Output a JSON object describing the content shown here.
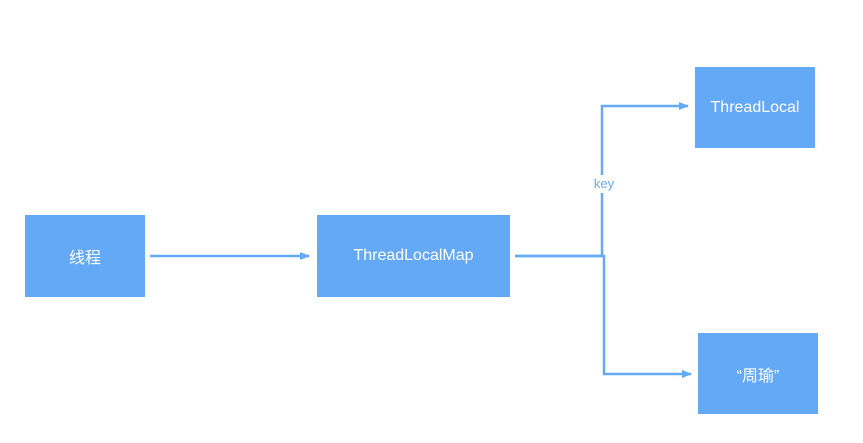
{
  "colors": {
    "node_fill": "#64a9f6",
    "node_text": "#ffffff",
    "edge": "#64a9f6"
  },
  "nodes": {
    "thread": "线程",
    "threadlocalmap": "ThreadLocalMap",
    "threadlocal": "ThreadLocal",
    "value": "“周瑜”"
  },
  "edges": {
    "key_label": "key"
  }
}
